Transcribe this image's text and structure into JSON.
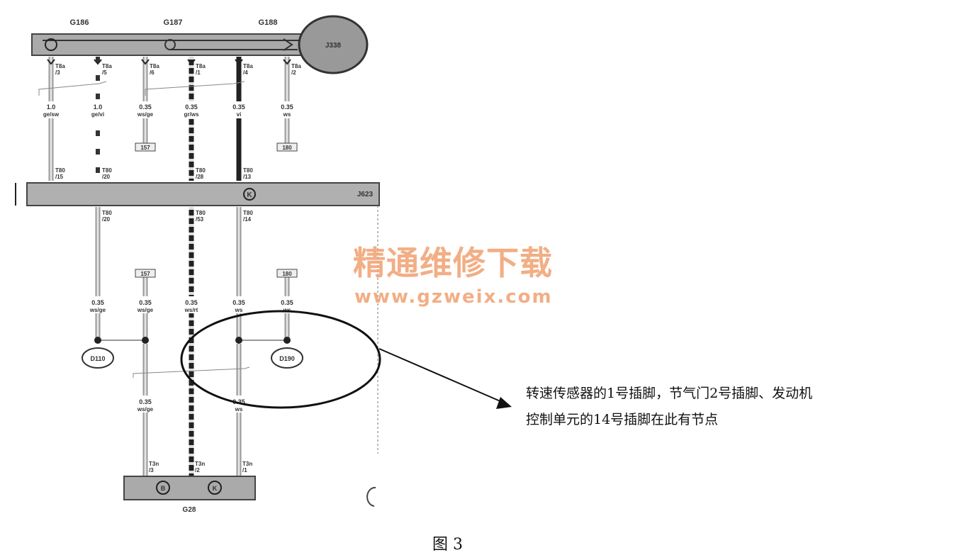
{
  "top_components": [
    "G186",
    "G187",
    "G188"
  ],
  "top_module": "J338",
  "ecu": "J623",
  "ecu_symbol": "K",
  "sensor": "G28",
  "sensor_symbols": [
    "B",
    "K"
  ],
  "top_wires": [
    {
      "pin": "T8a /3",
      "gauge": "1.0",
      "color": "ge/sw",
      "style": "light"
    },
    {
      "pin": "T8a /5",
      "gauge": "1.0",
      "color": "ge/vi",
      "style": "dashed"
    },
    {
      "pin": "T8a /6",
      "gauge": "0.35",
      "color": "ws/ge",
      "style": "light",
      "ref": "157"
    },
    {
      "pin": "T8a /1",
      "gauge": "0.35",
      "color": "gr/ws",
      "style": "striped"
    },
    {
      "pin": "T8a /4",
      "gauge": "0.35",
      "color": "vi",
      "style": "dark"
    },
    {
      "pin": "T8a /2",
      "gauge": "0.35",
      "color": "ws",
      "style": "light",
      "ref": "180"
    }
  ],
  "ecu_top_pins": [
    "T80 /15",
    "T80 /20",
    "T80 /28",
    "T80 /13"
  ],
  "ecu_bottom_pins": [
    "T80 /20",
    "T80 /53",
    "T80 /14"
  ],
  "mid_wires": [
    {
      "gauge": "0.35",
      "color": "ws/ge"
    },
    {
      "gauge": "0.35",
      "color": "ws/ge",
      "ref": "157"
    },
    {
      "gauge": "0.35",
      "color": "ws/rt"
    },
    {
      "gauge": "0.35",
      "color": "ws"
    },
    {
      "gauge": "0.35",
      "color": "ws",
      "ref": "180"
    }
  ],
  "splices": [
    "D110",
    "D190"
  ],
  "lower_wires": [
    {
      "gauge": "0.35",
      "color": "ws/ge"
    },
    {
      "gauge": "0.35",
      "color": "ws"
    }
  ],
  "sensor_pins": [
    "T3n /3",
    "T3n /2",
    "T3n /1"
  ],
  "annotation": {
    "line1": "转速传感器的1号插脚，节气门2号插脚、发动机",
    "line2": "控制单元的14号插脚在此有节点"
  },
  "watermark": {
    "title": "精通维修下载",
    "url": "www.gzweix.com"
  },
  "caption": "图 3"
}
